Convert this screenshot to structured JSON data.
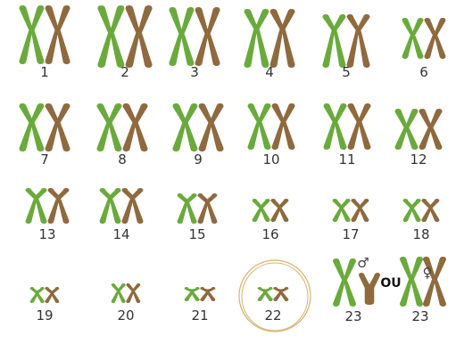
{
  "colors": {
    "green": "#6aaa3c",
    "brown": "#8e6a3e",
    "label": "#333333",
    "highlight_ring": "#d4b36c"
  },
  "karyotype": {
    "pairs": [
      {
        "number": "1"
      },
      {
        "number": "2"
      },
      {
        "number": "3"
      },
      {
        "number": "4"
      },
      {
        "number": "5"
      },
      {
        "number": "6"
      },
      {
        "number": "7"
      },
      {
        "number": "8"
      },
      {
        "number": "9"
      },
      {
        "number": "10"
      },
      {
        "number": "11"
      },
      {
        "number": "12"
      },
      {
        "number": "13"
      },
      {
        "number": "14"
      },
      {
        "number": "15"
      },
      {
        "number": "16"
      },
      {
        "number": "17"
      },
      {
        "number": "18"
      },
      {
        "number": "19"
      },
      {
        "number": "20"
      },
      {
        "number": "21"
      },
      {
        "number": "22",
        "highlighted": true
      }
    ],
    "sex_chromosomes": {
      "male": {
        "number": "23",
        "symbol": "♂"
      },
      "connector": "OU",
      "female": {
        "number": "23",
        "symbol": "♀"
      }
    }
  }
}
